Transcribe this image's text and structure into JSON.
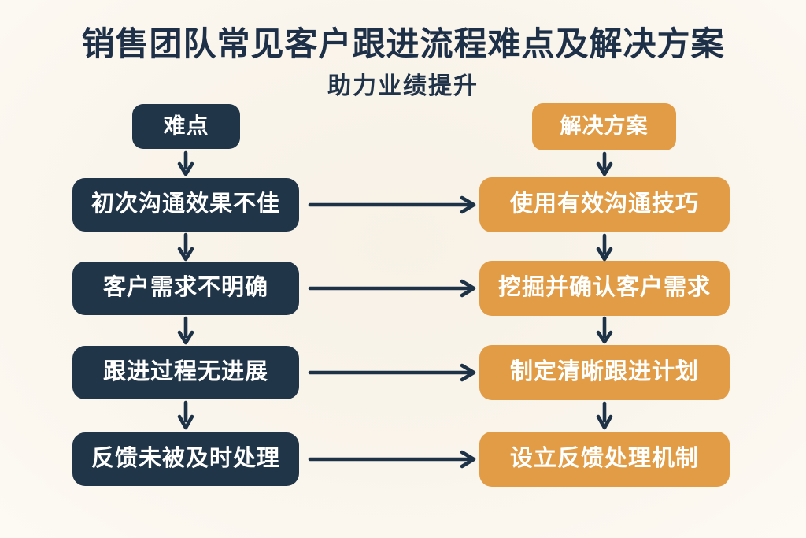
{
  "title": "销售团队常见客户跟进流程难点及解决方案",
  "subtitle": "助力业绩提升",
  "headers": {
    "difficulty": "难点",
    "solution": "解决方案"
  },
  "rows": [
    {
      "difficulty": "初次沟通效果不佳",
      "solution": "使用有效沟通技巧"
    },
    {
      "difficulty": "客户需求不明确",
      "solution": "挖掘并确认客户需求"
    },
    {
      "difficulty": "跟进过程无进展",
      "solution": "制定清晰跟进计划"
    },
    {
      "difficulty": "反馈未被及时处理",
      "solution": "设立反馈处理机制"
    }
  ],
  "colors": {
    "background": "#faf5ec",
    "difficulty_box": "#213549",
    "solution_box": "#e19c45",
    "arrow": "#1d3246",
    "title_text": "#1d3047",
    "box_text": "#ffffff"
  }
}
